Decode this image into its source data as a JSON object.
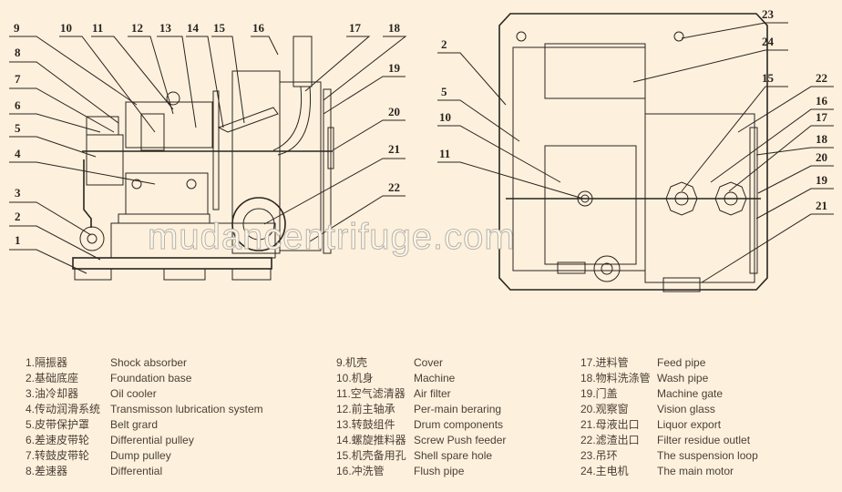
{
  "watermark": "mudancentrifuge.com",
  "left_view_callouts": [
    "1",
    "2",
    "3",
    "4",
    "5",
    "6",
    "7",
    "8",
    "9",
    "10",
    "11",
    "12",
    "13",
    "14",
    "15",
    "16",
    "17",
    "18",
    "19",
    "20",
    "21",
    "22"
  ],
  "right_view_callouts": [
    "2",
    "5",
    "10",
    "11",
    "15",
    "16",
    "17",
    "18",
    "19",
    "20",
    "21",
    "22",
    "23",
    "24"
  ],
  "legend": [
    [
      {
        "cn": "1.隔振器",
        "en": "Shock absorber"
      },
      {
        "cn": "2.基础底座",
        "en": "Foundation base"
      },
      {
        "cn": "3.油冷却器",
        "en": "Oil cooler"
      },
      {
        "cn": "4.传动润滑系统",
        "en": "Transmisson lubrication system"
      },
      {
        "cn": "5.皮带保护罩",
        "en": "Belt grard"
      },
      {
        "cn": "6.差速皮带轮",
        "en": "Differential pulley"
      },
      {
        "cn": "7.转鼓皮带轮",
        "en": "Dump pulley"
      },
      {
        "cn": "8.差速器",
        "en": "Differential"
      }
    ],
    [
      {
        "cn": "9.机壳",
        "en": "Cover"
      },
      {
        "cn": "10.机身",
        "en": "Machine"
      },
      {
        "cn": "11.空气滤清器",
        "en": "Air filter"
      },
      {
        "cn": "12.前主轴承",
        "en": "Per-main beraring"
      },
      {
        "cn": "13.转鼓组件",
        "en": "Drum components"
      },
      {
        "cn": "14.螺旋推料器",
        "en": "Screw Push feeder"
      },
      {
        "cn": "15.机壳备用孔",
        "en": "Shell spare hole"
      },
      {
        "cn": "16.冲洗管",
        "en": "Flush pipe"
      }
    ],
    [
      {
        "cn": "17.进料管",
        "en": "Feed pipe"
      },
      {
        "cn": "18.物料洗涤管",
        "en": "Wash pipe"
      },
      {
        "cn": "19.门盖",
        "en": "Machine gate"
      },
      {
        "cn": "20.观察窗",
        "en": "Vision glass"
      },
      {
        "cn": "21.母液出口",
        "en": "Liquor export"
      },
      {
        "cn": "22.滤渣出口",
        "en": "Filter residue outlet"
      },
      {
        "cn": "23.吊环",
        "en": "The suspension loop"
      },
      {
        "cn": "24.主电机",
        "en": "The main motor"
      }
    ]
  ]
}
